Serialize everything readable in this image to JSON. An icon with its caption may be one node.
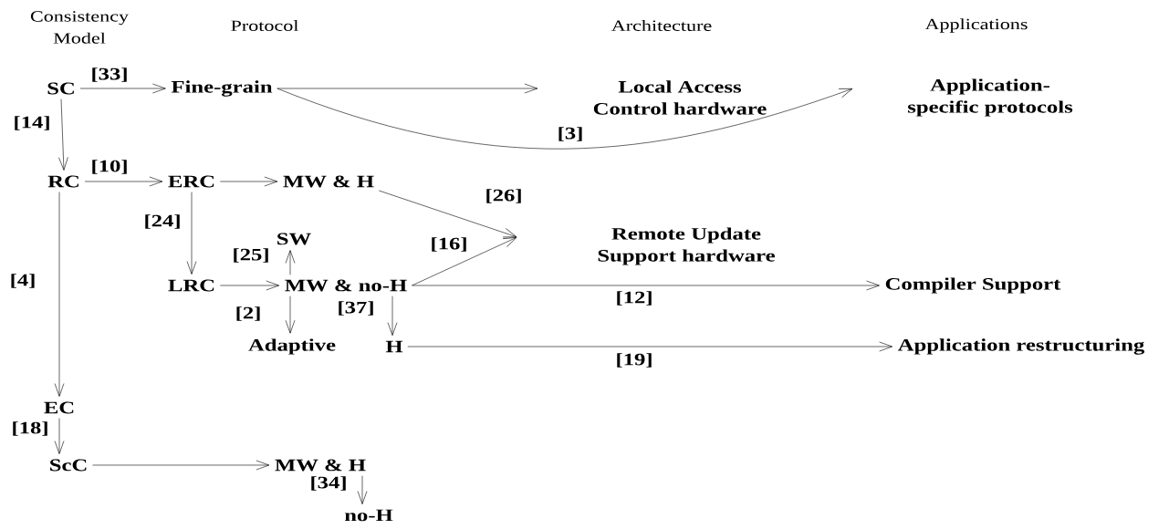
{
  "diagram": {
    "nodes": [
      {
        "text": [
          "SC"
        ]
      },
      {
        "text": [
          "Fine-grain"
        ]
      },
      {
        "text": [
          "Local Access Control hardware"
        ]
      },
      {
        "text": [
          "Application-specific protocols"
        ]
      },
      {
        "text": [
          "RC"
        ]
      },
      {
        "text": [
          "ERC"
        ]
      },
      {
        "text": [
          "MW & H"
        ]
      },
      {
        "text": [
          "SW"
        ]
      },
      {
        "text": [
          "Remote Update Support hardware"
        ]
      },
      {
        "text": [
          "LRC"
        ]
      },
      {
        "text": [
          "MW & no-H"
        ]
      },
      {
        "text": [
          "Compiler Support"
        ]
      },
      {
        "text": [
          "Adaptive"
        ]
      },
      {
        "text": [
          "H"
        ]
      },
      {
        "text": [
          "Application restructuring"
        ]
      },
      {
        "text": [
          "EC"
        ]
      },
      {
        "text": [
          "ScC"
        ]
      },
      {
        "text": [
          "MW & H"
        ]
      },
      {
        "text": [
          "no-H"
        ]
      }
    ],
    "edges": [
      {
        "from": 0,
        "to": 1,
        "arrow": "to",
        "label": "[33]"
      },
      {
        "from": 1,
        "to": 2,
        "arrow": "to"
      },
      {
        "from": 1,
        "to": 3,
        "arrow": "to",
        "label": "[3]"
      },
      {
        "from": 0,
        "to": 4,
        "arrow": "to",
        "label": "[14]"
      },
      {
        "from": 4,
        "to": 5,
        "arrow": "to",
        "label": "[10]"
      },
      {
        "from": 5,
        "to": 6,
        "arrow": "to"
      },
      {
        "from": 6,
        "to": 8,
        "arrow": "to",
        "label": "[26]"
      },
      {
        "from": 5,
        "to": 9,
        "arrow": "to",
        "label": "[24]"
      },
      {
        "from": 9,
        "to": 10,
        "arrow": "to"
      },
      {
        "from": 10,
        "to": 7,
        "arrow": "to",
        "label": "[25]"
      },
      {
        "from": 10,
        "to": 8,
        "arrow": "to",
        "label": "[16]"
      },
      {
        "from": 10,
        "to": 11,
        "arrow": "to",
        "label": "[12]"
      },
      {
        "from": 10,
        "to": 12,
        "arrow": "to",
        "label": "[2]"
      },
      {
        "from": 10,
        "to": 13,
        "arrow": "to",
        "label": "[37]"
      },
      {
        "from": 13,
        "to": 14,
        "arrow": "to",
        "label": "[19]"
      },
      {
        "from": 4,
        "to": 15,
        "arrow": "to",
        "label": "[4]"
      },
      {
        "from": 15,
        "to": 16,
        "arrow": "to",
        "label": "[18]"
      },
      {
        "from": 16,
        "to": 17,
        "arrow": "to"
      },
      {
        "from": 17,
        "to": 18,
        "arrow": "to",
        "label": "[34]"
      }
    ],
    "labels": [
      "Consistency Model",
      "Protocol",
      "Architecture",
      "Applications"
    ]
  }
}
